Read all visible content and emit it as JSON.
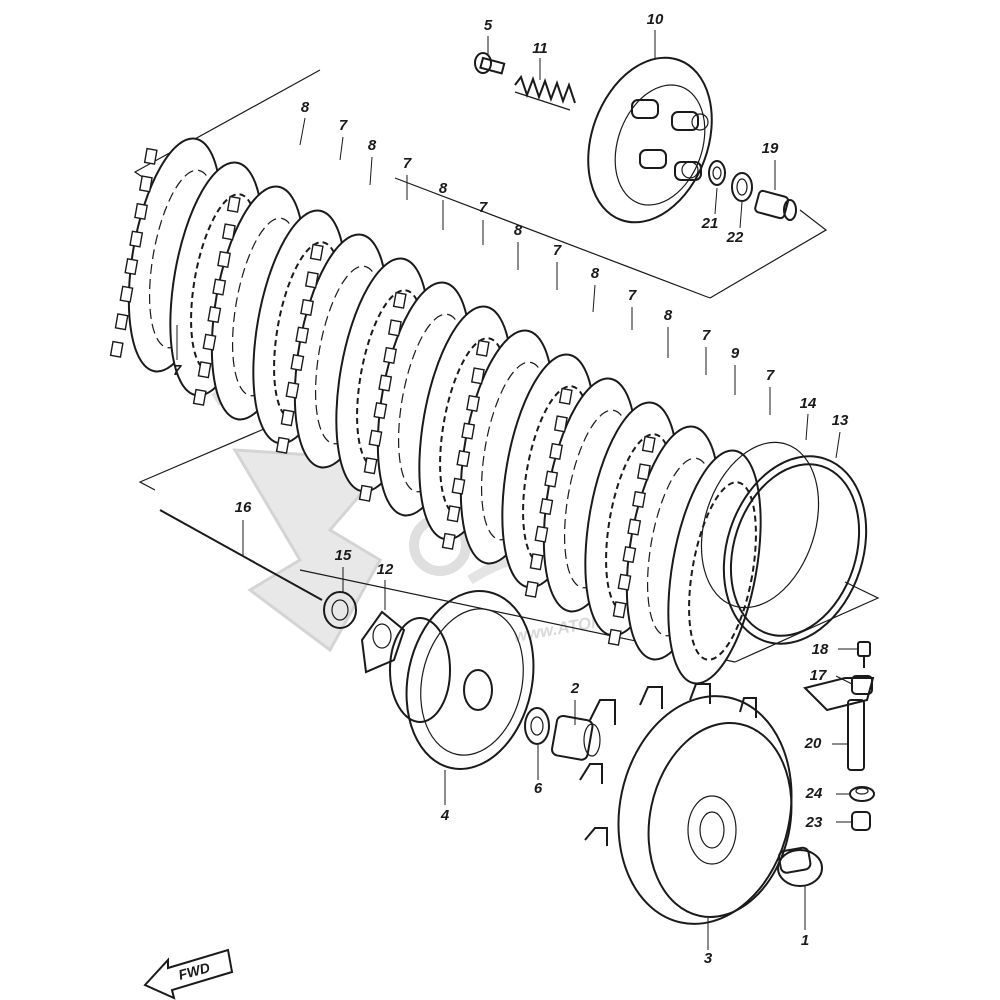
{
  "watermark": {
    "brand": "motor",
    "url": "www.ATOMICMOTO.ES"
  },
  "fwd_label": "FWD",
  "part_labels": [
    {
      "id": "p1",
      "text": "1"
    },
    {
      "id": "p2",
      "text": "2"
    },
    {
      "id": "p3",
      "text": "3"
    },
    {
      "id": "p4",
      "text": "4"
    },
    {
      "id": "p5",
      "text": "5"
    },
    {
      "id": "p6",
      "text": "6"
    },
    {
      "id": "p7a",
      "text": "7"
    },
    {
      "id": "p7b",
      "text": "7"
    },
    {
      "id": "p7c",
      "text": "7"
    },
    {
      "id": "p7d",
      "text": "7"
    },
    {
      "id": "p7e",
      "text": "7"
    },
    {
      "id": "p7f",
      "text": "7"
    },
    {
      "id": "p7g",
      "text": "7"
    },
    {
      "id": "p7h",
      "text": "7"
    },
    {
      "id": "p8a",
      "text": "8"
    },
    {
      "id": "p8b",
      "text": "8"
    },
    {
      "id": "p8c",
      "text": "8"
    },
    {
      "id": "p8d",
      "text": "8"
    },
    {
      "id": "p8e",
      "text": "8"
    },
    {
      "id": "p8f",
      "text": "8"
    },
    {
      "id": "p9",
      "text": "9"
    },
    {
      "id": "p10",
      "text": "10"
    },
    {
      "id": "p11",
      "text": "11"
    },
    {
      "id": "p12",
      "text": "12"
    },
    {
      "id": "p13",
      "text": "13"
    },
    {
      "id": "p14",
      "text": "14"
    },
    {
      "id": "p15",
      "text": "15"
    },
    {
      "id": "p16",
      "text": "16"
    },
    {
      "id": "p17",
      "text": "17"
    },
    {
      "id": "p18",
      "text": "18"
    },
    {
      "id": "p19",
      "text": "19"
    },
    {
      "id": "p20",
      "text": "20"
    },
    {
      "id": "p21",
      "text": "21"
    },
    {
      "id": "p22",
      "text": "22"
    },
    {
      "id": "p23",
      "text": "23"
    },
    {
      "id": "p24",
      "text": "24"
    }
  ]
}
